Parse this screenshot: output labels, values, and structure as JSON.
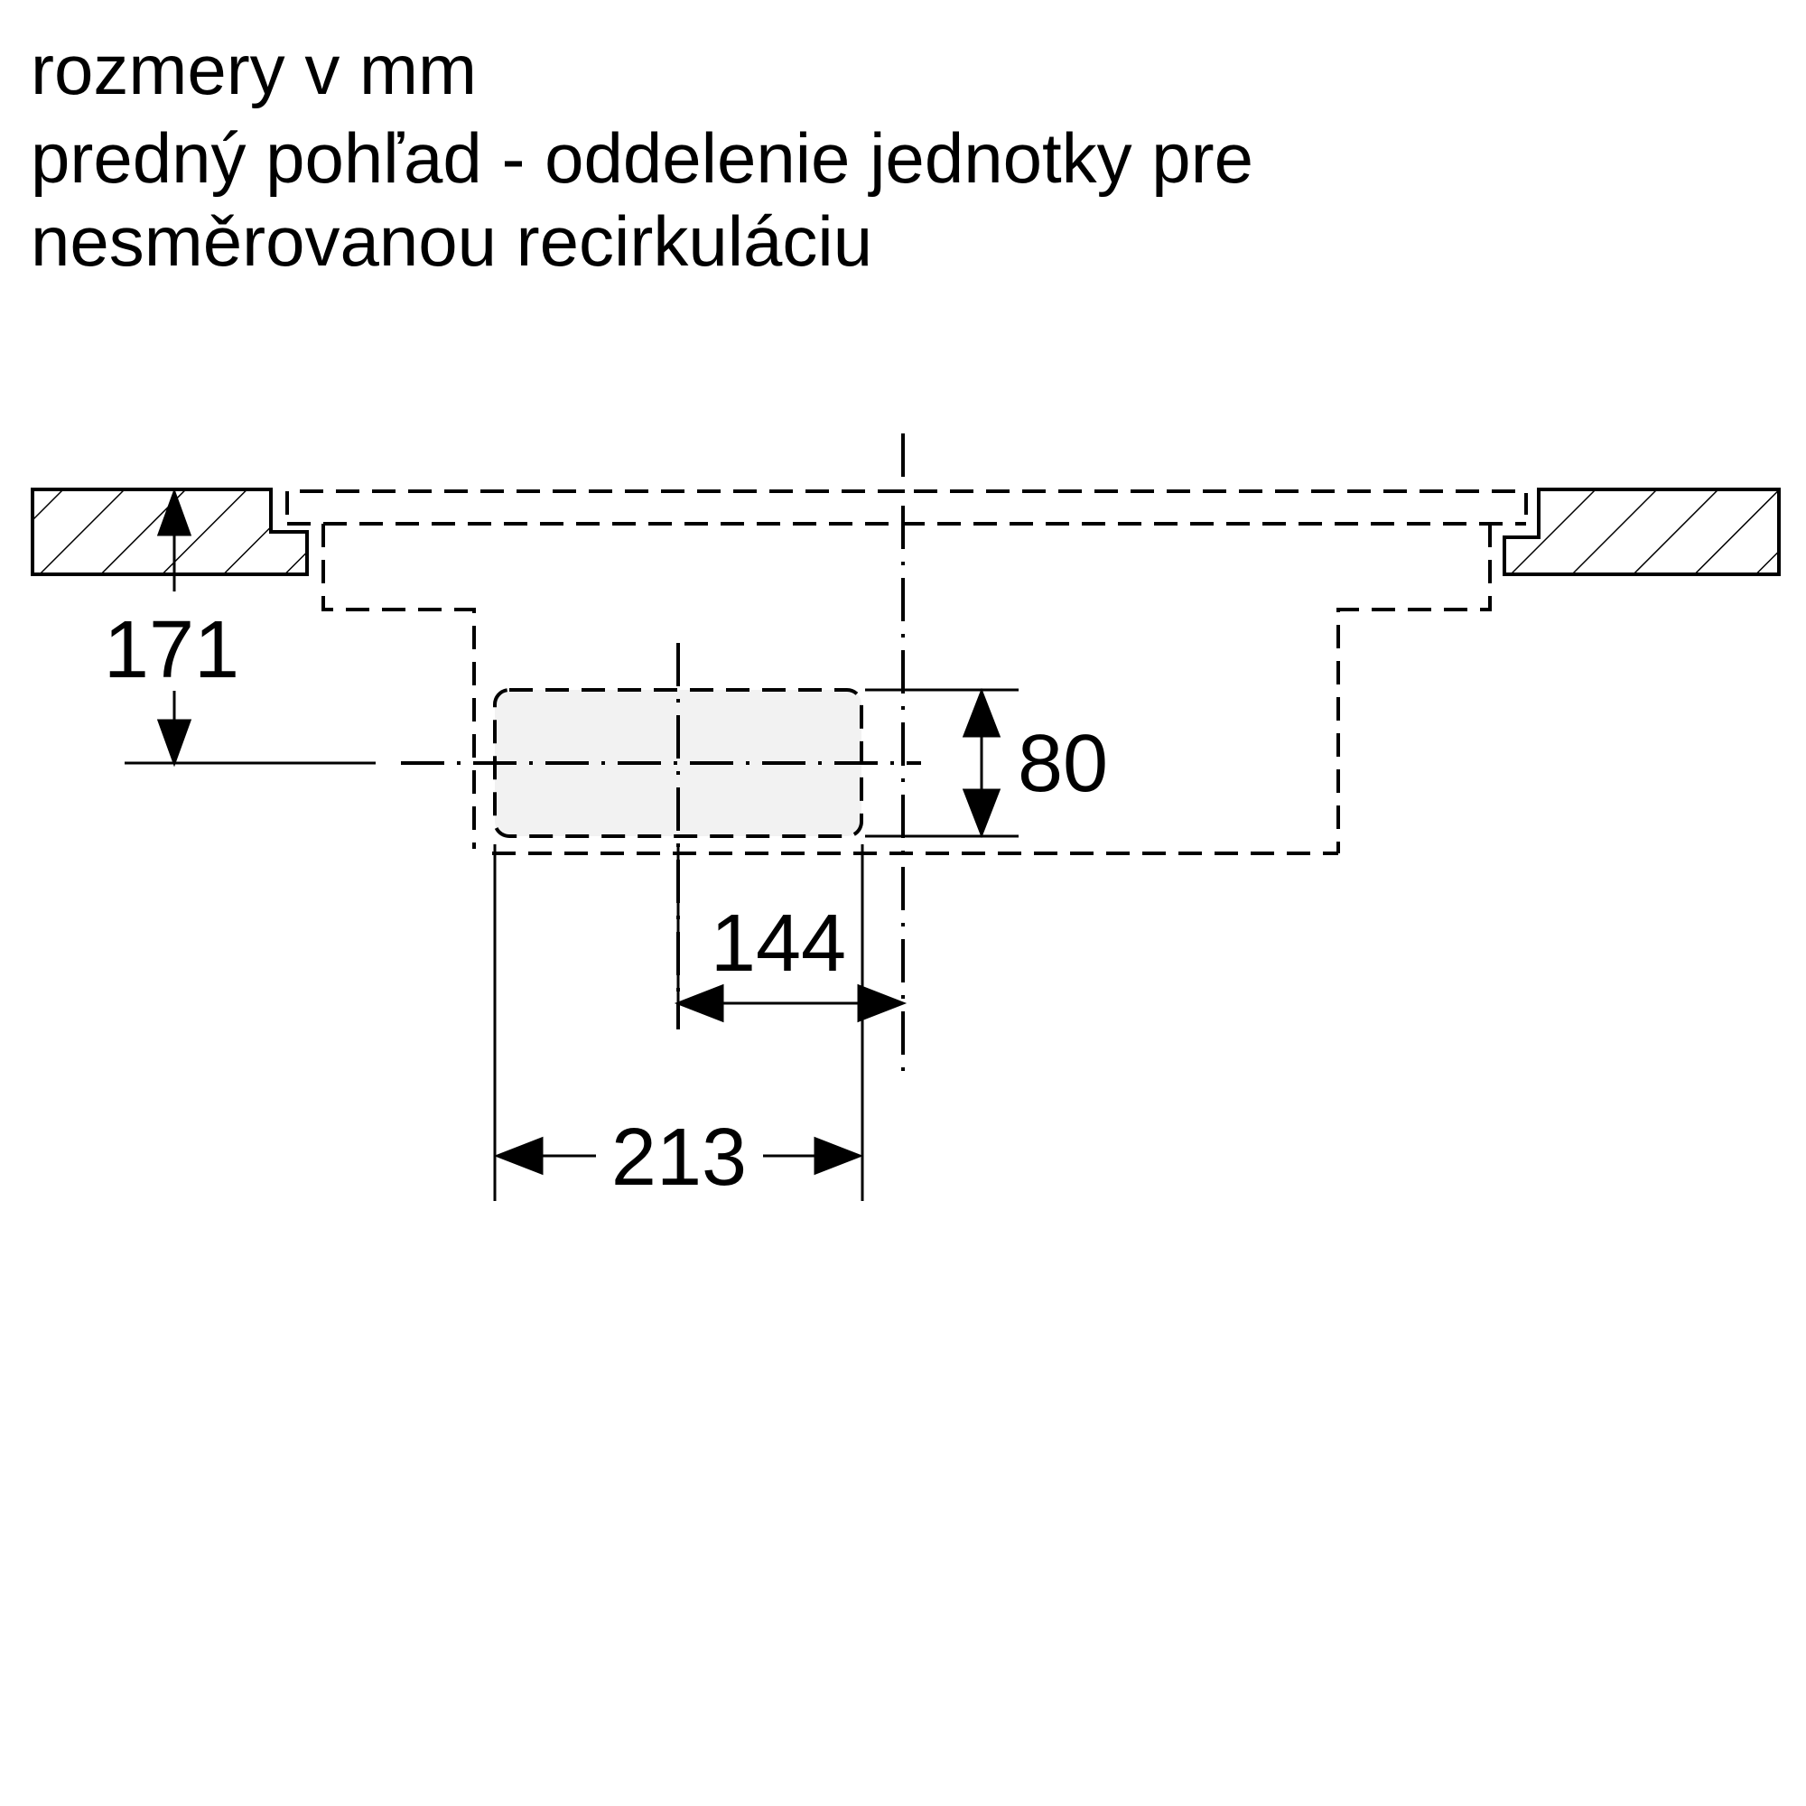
{
  "header": {
    "line1": "rozmery v mm",
    "line2": "predný pohľad - oddelenie jednotky pre",
    "line3": "nesměrovanou recirkuláciu"
  },
  "dimensions": {
    "height_from_top": "171",
    "opening_height": "80",
    "offset_to_center": "144",
    "opening_width": "213"
  },
  "colors": {
    "line": "#000000",
    "opening_fill": "#f2f2f2",
    "background": "#ffffff"
  }
}
